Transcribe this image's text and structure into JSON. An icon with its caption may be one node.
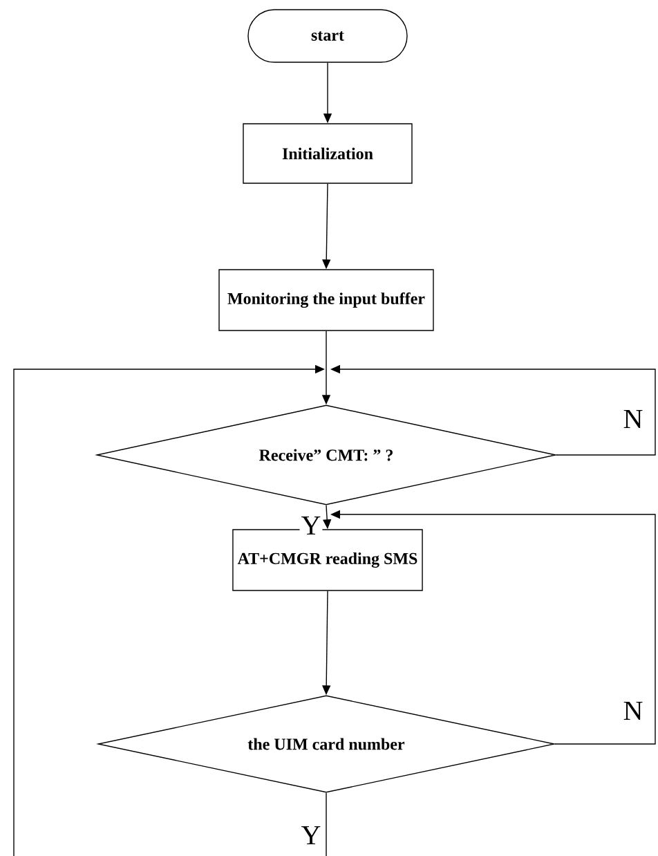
{
  "diagram": {
    "nodes": [
      {
        "text": [
          "start"
        ]
      },
      {
        "text": [
          "Initialization"
        ]
      },
      {
        "text": [
          "Monitoring the input buffer"
        ]
      },
      {
        "text": [
          "Receive” CMT: ” ?"
        ]
      },
      {
        "text": [
          "AT+CMGR reading SMS"
        ]
      },
      {
        "text": [
          "the UIM card number"
        ]
      }
    ],
    "edges": [
      {
        "from": 0,
        "to": 1,
        "arrow": "to"
      },
      {
        "from": 1,
        "to": 2,
        "arrow": "to"
      },
      {
        "from": 2,
        "to": 3,
        "arrow": "to"
      },
      {
        "from": 3,
        "to": 3,
        "arrow": "to",
        "label": "N"
      },
      {
        "from": 3,
        "to": 4,
        "arrow": "to",
        "label": "Y"
      },
      {
        "from": 5,
        "to": 4,
        "arrow": "to",
        "label": "N"
      },
      {
        "from": 4,
        "to": 5,
        "arrow": "to"
      },
      {
        "from": null,
        "to": 3,
        "arrow": "to"
      },
      {
        "from": 5,
        "to": null,
        "arrow": "none",
        "label": "Y"
      }
    ]
  }
}
